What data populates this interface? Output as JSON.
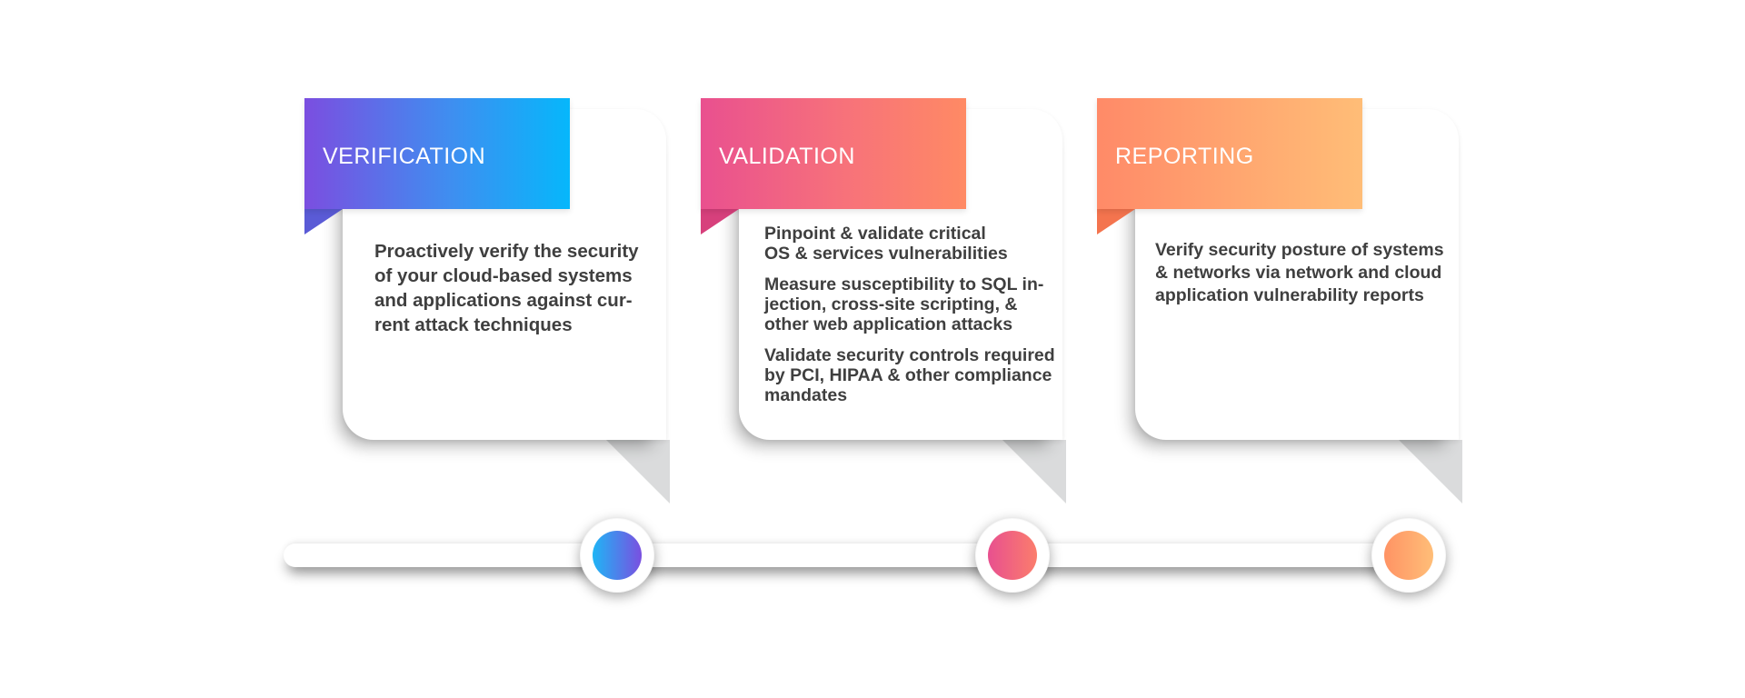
{
  "colors": {
    "verification_gradient": [
      "#7b4ee0",
      "#06b7fb"
    ],
    "validation_gradient": [
      "#e9508f",
      "#ff8a64"
    ],
    "reporting_gradient": [
      "#ff8a68",
      "#ffbd77"
    ],
    "body_text": "#3f3f3f",
    "panel": "#ffffff"
  },
  "cards": [
    {
      "title": "VERIFICATION",
      "paragraphs": [
        "Proactively verify the security of your cloud-based systems and applications against cur-rent attack techniques"
      ]
    },
    {
      "title": "VALIDATION",
      "paragraphs": [
        "Pinpoint & validate critical OS & services vulnerabilities",
        "Measure susceptibility to SQL in-jection, cross-site scripting, & other web application attacks",
        "Validate security controls required by PCI, HIPAA & other compliance mandates"
      ]
    },
    {
      "title": "REPORTING",
      "paragraphs": [
        "Verify security posture of systems & networks via network and cloud application vulnerability reports"
      ]
    }
  ]
}
